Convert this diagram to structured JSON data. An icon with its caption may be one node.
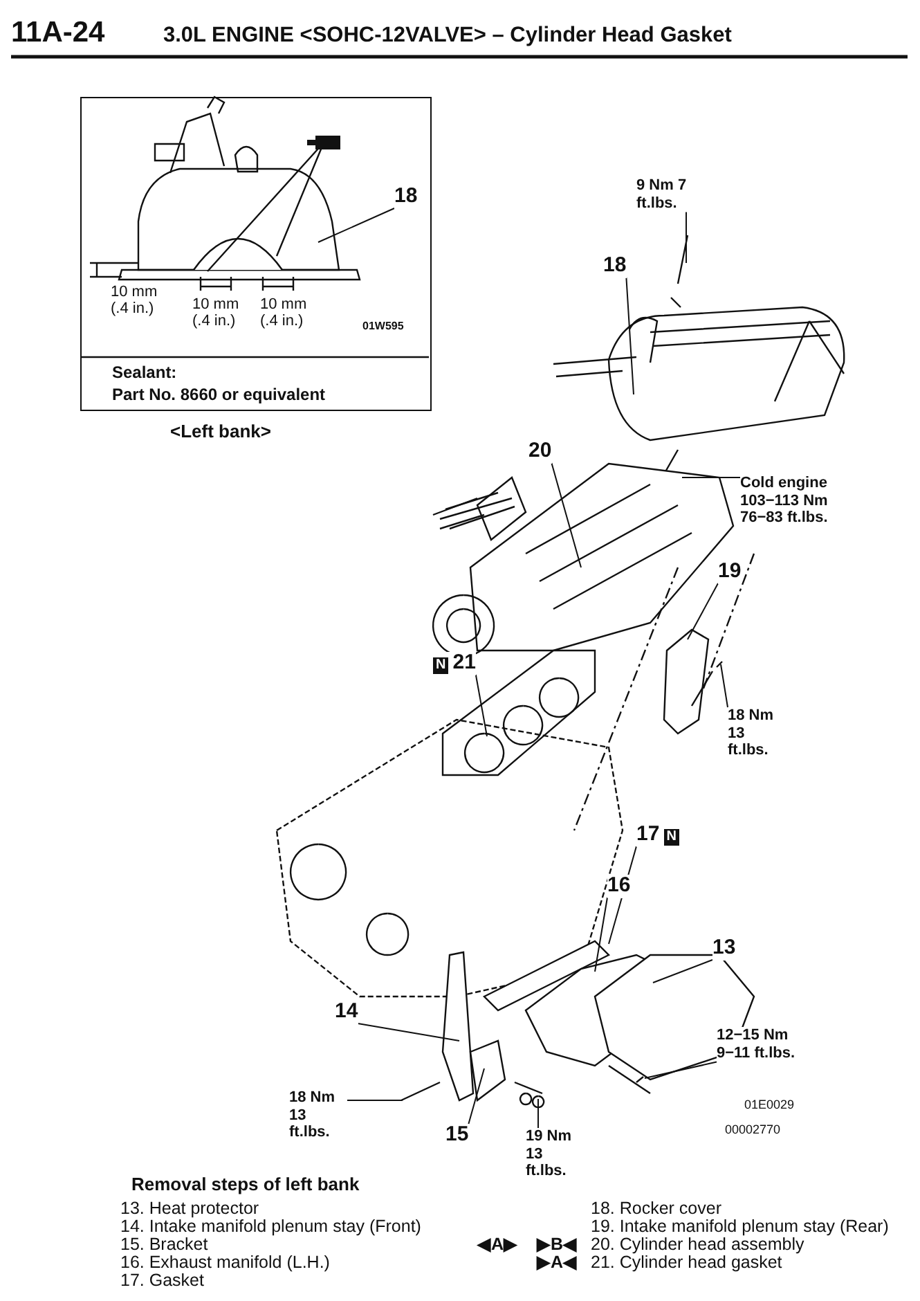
{
  "diagram": {
    "title": "3.0L ENGINE <SOHC-12VALVE> – Cylinder Head Gasket",
    "nodes": [
      {
        "text": [
          "Sealant:",
          "Part No. 8660 or equivalent"
        ]
      },
      {
        "text": [
          "18"
        ],
        "in": 0
      },
      {
        "text": [
          "9 Nm 7 ft.lbs."
        ]
      },
      {
        "text": [
          "18"
        ]
      },
      {
        "text": [
          "20"
        ]
      },
      {
        "text": [
          "Cold engine 103−113 Nm 76−83 ft.lbs."
        ]
      },
      {
        "text": [
          "19"
        ]
      },
      {
        "text": [
          "N",
          "21"
        ]
      },
      {
        "text": [
          "18 Nm 13 ft.lbs."
        ]
      },
      {
        "text": [
          "17",
          "N"
        ]
      },
      {
        "text": [
          "16"
        ]
      },
      {
        "text": [
          "13"
        ]
      },
      {
        "text": [
          "14"
        ]
      },
      {
        "text": [
          "12−15 Nm 9−11 ft.lbs."
        ]
      },
      {
        "text": [
          "18 Nm 13 ft.lbs."
        ]
      },
      {
        "text": [
          "15"
        ]
      },
      {
        "text": [
          "19 Nm 13 ft.lbs."
        ]
      }
    ],
    "edges": [
      {
        "from": 1,
        "to": null,
        "arrow": "none"
      },
      {
        "from": 2,
        "to": null,
        "arrow": "none"
      },
      {
        "from": 3,
        "to": null,
        "arrow": "none"
      },
      {
        "from": 4,
        "to": null,
        "arrow": "none"
      },
      {
        "from": 5,
        "to": null,
        "arrow": "none"
      },
      {
        "from": 6,
        "to": null,
        "arrow": "none"
      },
      {
        "from": 7,
        "to": null,
        "arrow": "none"
      },
      {
        "from": 8,
        "to": null,
        "arrow": "none"
      },
      {
        "from": 9,
        "to": null,
        "arrow": "none"
      },
      {
        "from": 10,
        "to": null,
        "arrow": "none"
      },
      {
        "from": 11,
        "to": null,
        "arrow": "none"
      },
      {
        "from": 12,
        "to": null,
        "arrow": "none"
      },
      {
        "from": 13,
        "to": null,
        "arrow": "none"
      },
      {
        "from": 14,
        "to": null,
        "arrow": "none"
      },
      {
        "from": 15,
        "to": null,
        "arrow": "none"
      },
      {
        "from": 16,
        "to": null,
        "arrow": "none"
      }
    ],
    "labels": [
      "11A-24",
      "10 mm (.4 in.)",
      "10 mm (.4 in.)",
      "10 mm (.4 in.)",
      "01W595",
      "<Left bank>",
      "01E0029",
      "00002770",
      "Removal steps of left bank",
      "13. Heat protector",
      "18. Rocker cover",
      "14. Intake manifold plenum stay (Front)",
      "19. Intake manifold plenum stay (Rear)",
      "15. Bracket",
      "◀A▶",
      "▶B◀",
      "20. Cylinder head assembly",
      "16. Exhaust manifold (L.H.)",
      "▶A◀",
      "21. Cylinder head gasket",
      "17. Gasket"
    ]
  }
}
